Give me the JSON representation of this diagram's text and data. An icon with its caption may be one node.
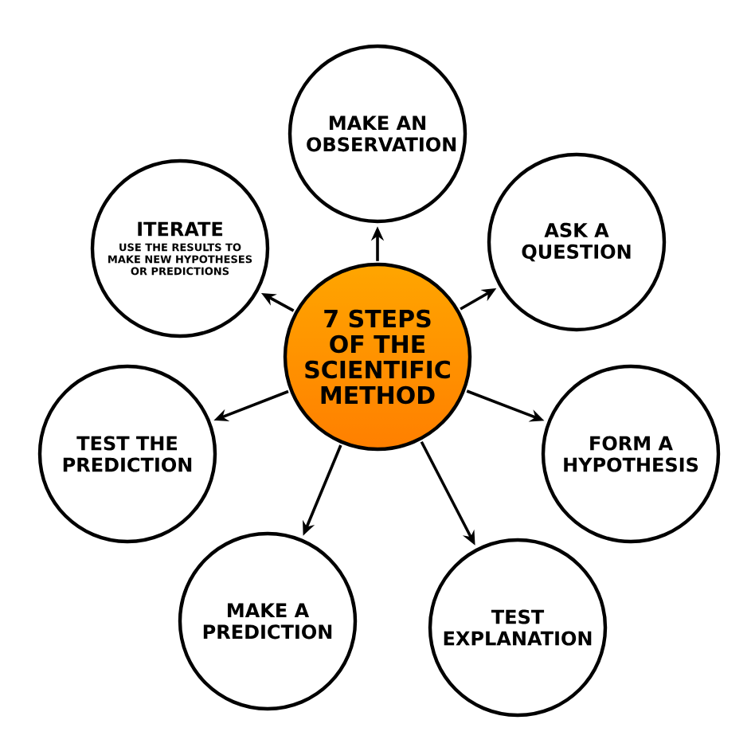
{
  "diagram": {
    "nodes": [
      {
        "text": [
          "7 STEPS OF THE SCIENTIFIC METHOD"
        ]
      },
      {
        "text": [
          "MAKE AN OBSERVATION"
        ]
      },
      {
        "text": [
          "ASK A QUESTION"
        ]
      },
      {
        "text": [
          "FORM A HYPOTHESIS"
        ]
      },
      {
        "text": [
          "TEST EXPLANATION"
        ]
      },
      {
        "text": [
          "MAKE A PREDICTION"
        ]
      },
      {
        "text": [
          "TEST THE PREDICTION"
        ]
      },
      {
        "text": [
          "ITERATE",
          "USE THE RESULTS TO MAKE NEW HYPOTHESES OR PREDICTIONS"
        ]
      }
    ],
    "edges": [
      {
        "from": 0,
        "to": 1,
        "arrow": "to"
      },
      {
        "from": 0,
        "to": 2,
        "arrow": "to"
      },
      {
        "from": 0,
        "to": 3,
        "arrow": "to"
      },
      {
        "from": 0,
        "to": 4,
        "arrow": "to"
      },
      {
        "from": 0,
        "to": 5,
        "arrow": "to"
      },
      {
        "from": 0,
        "to": 6,
        "arrow": "to"
      },
      {
        "from": 0,
        "to": 7,
        "arrow": "to"
      }
    ]
  }
}
